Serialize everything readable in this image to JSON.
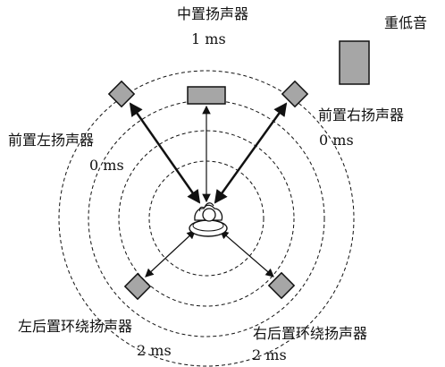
{
  "speakers": [
    {
      "id": "center",
      "name": "中置扬声器",
      "delay": "1 ms"
    },
    {
      "id": "subwoofer",
      "name": "重低音",
      "delay": ""
    },
    {
      "id": "front-left",
      "name": "前置左扬声器",
      "delay": "0 ms"
    },
    {
      "id": "front-right",
      "name": "前置右扬声器",
      "delay": "0 ms"
    },
    {
      "id": "surround-left",
      "name": "左后置环绕扬声器",
      "delay": "2 ms"
    },
    {
      "id": "surround-right",
      "name": "右后置环绕扬声器",
      "delay": "2 ms"
    }
  ],
  "colors": {
    "speaker_fill": "#a6a6a6",
    "stroke": "#111111",
    "background": "#ffffff"
  }
}
